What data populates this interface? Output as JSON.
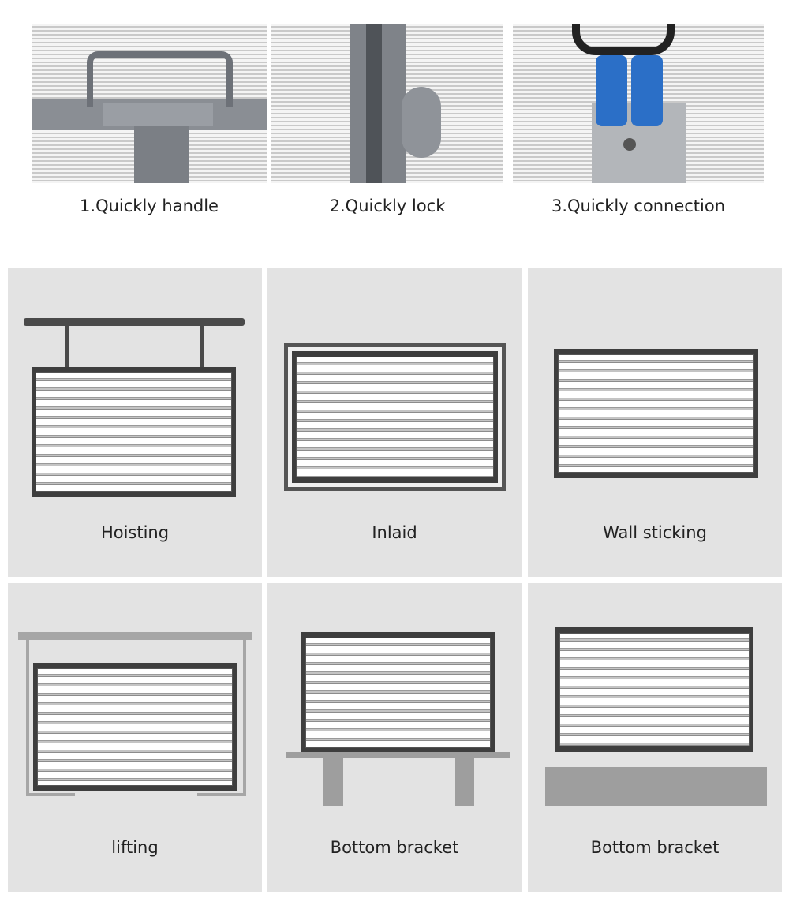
{
  "features": [
    {
      "caption": "1.Quickly handle",
      "icon": "handle-photo"
    },
    {
      "caption": "2.Quickly lock",
      "icon": "lock-photo"
    },
    {
      "caption": "3.Quickly connection",
      "icon": "connector-photo"
    }
  ],
  "installation_methods": [
    {
      "label": "Hoisting"
    },
    {
      "label": "Inlaid"
    },
    {
      "label": "Wall sticking"
    },
    {
      "label": "lifting"
    },
    {
      "label": "Bottom bracket"
    },
    {
      "label": "Bottom bracket"
    }
  ]
}
